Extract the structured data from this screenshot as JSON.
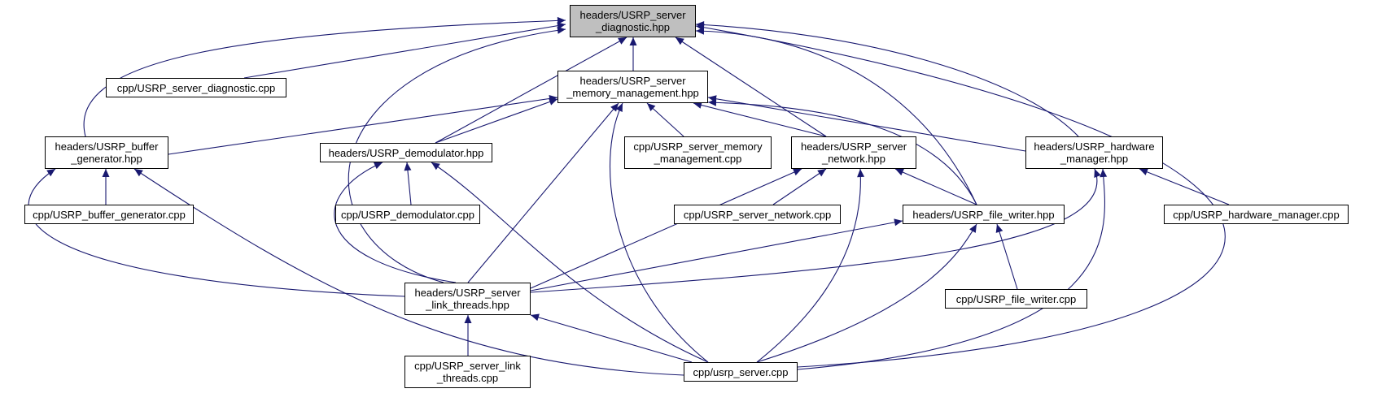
{
  "colors": {
    "edge": "#191970",
    "root_fill": "#bfbfbf",
    "node_fill": "#ffffff",
    "border": "#000000"
  },
  "nodes": {
    "diag_hpp": {
      "lines": [
        "headers/USRP_server",
        "_diagnostic.hpp"
      ]
    },
    "diag_cpp": {
      "lines": [
        "cpp/USRP_server_diagnostic.cpp"
      ]
    },
    "mem_hpp": {
      "lines": [
        "headers/USRP_server",
        "_memory_management.hpp"
      ]
    },
    "buf_hpp": {
      "lines": [
        "headers/USRP_buffer",
        "_generator.hpp"
      ]
    },
    "demod_hpp": {
      "lines": [
        "headers/USRP_demodulator.hpp"
      ]
    },
    "mem_cpp": {
      "lines": [
        "cpp/USRP_server_memory",
        "_management.cpp"
      ]
    },
    "net_hpp": {
      "lines": [
        "headers/USRP_server",
        "_network.hpp"
      ]
    },
    "hw_hpp": {
      "lines": [
        "headers/USRP_hardware",
        "_manager.hpp"
      ]
    },
    "buf_cpp": {
      "lines": [
        "cpp/USRP_buffer_generator.cpp"
      ]
    },
    "demod_cpp": {
      "lines": [
        "cpp/USRP_demodulator.cpp"
      ]
    },
    "net_cpp": {
      "lines": [
        "cpp/USRP_server_network.cpp"
      ]
    },
    "fw_hpp": {
      "lines": [
        "headers/USRP_file_writer.hpp"
      ]
    },
    "hw_cpp": {
      "lines": [
        "cpp/USRP_hardware_manager.cpp"
      ]
    },
    "link_hpp": {
      "lines": [
        "headers/USRP_server",
        "_link_threads.hpp"
      ]
    },
    "fw_cpp": {
      "lines": [
        "cpp/USRP_file_writer.cpp"
      ]
    },
    "link_cpp": {
      "lines": [
        "cpp/USRP_server_link",
        "_threads.cpp"
      ]
    },
    "server_cpp": {
      "lines": [
        "cpp/usrp_server.cpp"
      ]
    }
  },
  "edges": [
    [
      "diag_cpp",
      "diag_hpp"
    ],
    [
      "mem_hpp",
      "diag_hpp"
    ],
    [
      "buf_hpp",
      "diag_hpp"
    ],
    [
      "demod_hpp",
      "diag_hpp"
    ],
    [
      "net_hpp",
      "diag_hpp"
    ],
    [
      "hw_hpp",
      "diag_hpp"
    ],
    [
      "fw_hpp",
      "diag_hpp"
    ],
    [
      "link_hpp",
      "diag_hpp"
    ],
    [
      "server_cpp",
      "diag_hpp"
    ],
    [
      "buf_hpp",
      "mem_hpp"
    ],
    [
      "demod_hpp",
      "mem_hpp"
    ],
    [
      "mem_cpp",
      "mem_hpp"
    ],
    [
      "net_hpp",
      "mem_hpp"
    ],
    [
      "hw_hpp",
      "mem_hpp"
    ],
    [
      "fw_hpp",
      "mem_hpp"
    ],
    [
      "link_hpp",
      "mem_hpp"
    ],
    [
      "server_cpp",
      "mem_hpp"
    ],
    [
      "buf_cpp",
      "buf_hpp"
    ],
    [
      "link_hpp",
      "buf_hpp"
    ],
    [
      "server_cpp",
      "buf_hpp"
    ],
    [
      "demod_cpp",
      "demod_hpp"
    ],
    [
      "link_hpp",
      "demod_hpp"
    ],
    [
      "server_cpp",
      "demod_hpp"
    ],
    [
      "net_cpp",
      "net_hpp"
    ],
    [
      "fw_hpp",
      "net_hpp"
    ],
    [
      "link_hpp",
      "net_hpp"
    ],
    [
      "server_cpp",
      "net_hpp"
    ],
    [
      "hw_cpp",
      "hw_hpp"
    ],
    [
      "link_hpp",
      "hw_hpp"
    ],
    [
      "server_cpp",
      "hw_hpp"
    ],
    [
      "fw_cpp",
      "fw_hpp"
    ],
    [
      "link_hpp",
      "fw_hpp"
    ],
    [
      "server_cpp",
      "fw_hpp"
    ],
    [
      "link_cpp",
      "link_hpp"
    ],
    [
      "server_cpp",
      "link_hpp"
    ]
  ]
}
